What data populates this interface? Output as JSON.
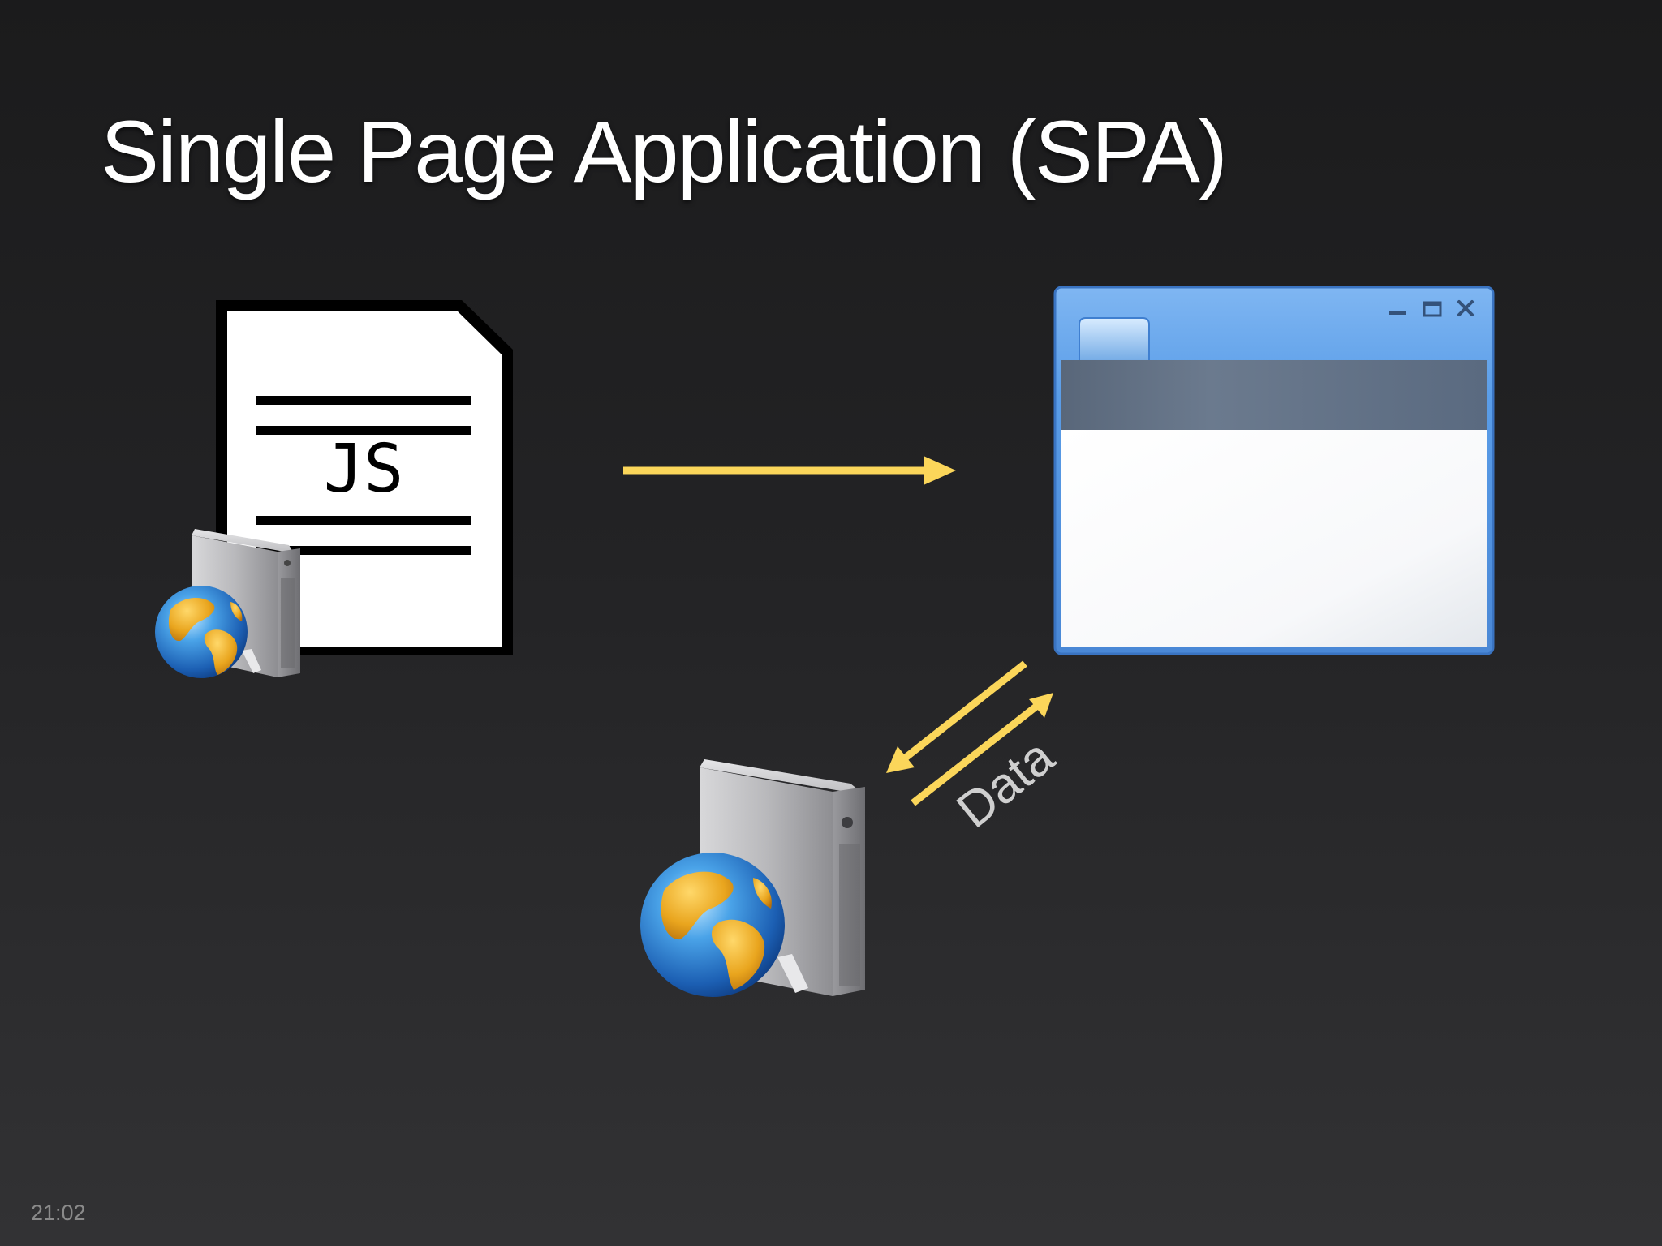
{
  "slide": {
    "title": "Single Page Application (SPA)",
    "timestamp": "21:02"
  },
  "diagram": {
    "js_file": {
      "label": "JS"
    },
    "data_link": {
      "label": "Data"
    }
  },
  "colors": {
    "arrow": "#fbd65a",
    "window_frame": "#5b9be6",
    "window_toolbar": "#5f6e80",
    "text": "#ffffff",
    "timestamp": "#8a8a8a"
  },
  "icons": [
    "js-file-icon",
    "web-server-icon",
    "globe-icon",
    "browser-window-icon",
    "arrow-right-icon",
    "arrow-bidirectional-icon"
  ]
}
